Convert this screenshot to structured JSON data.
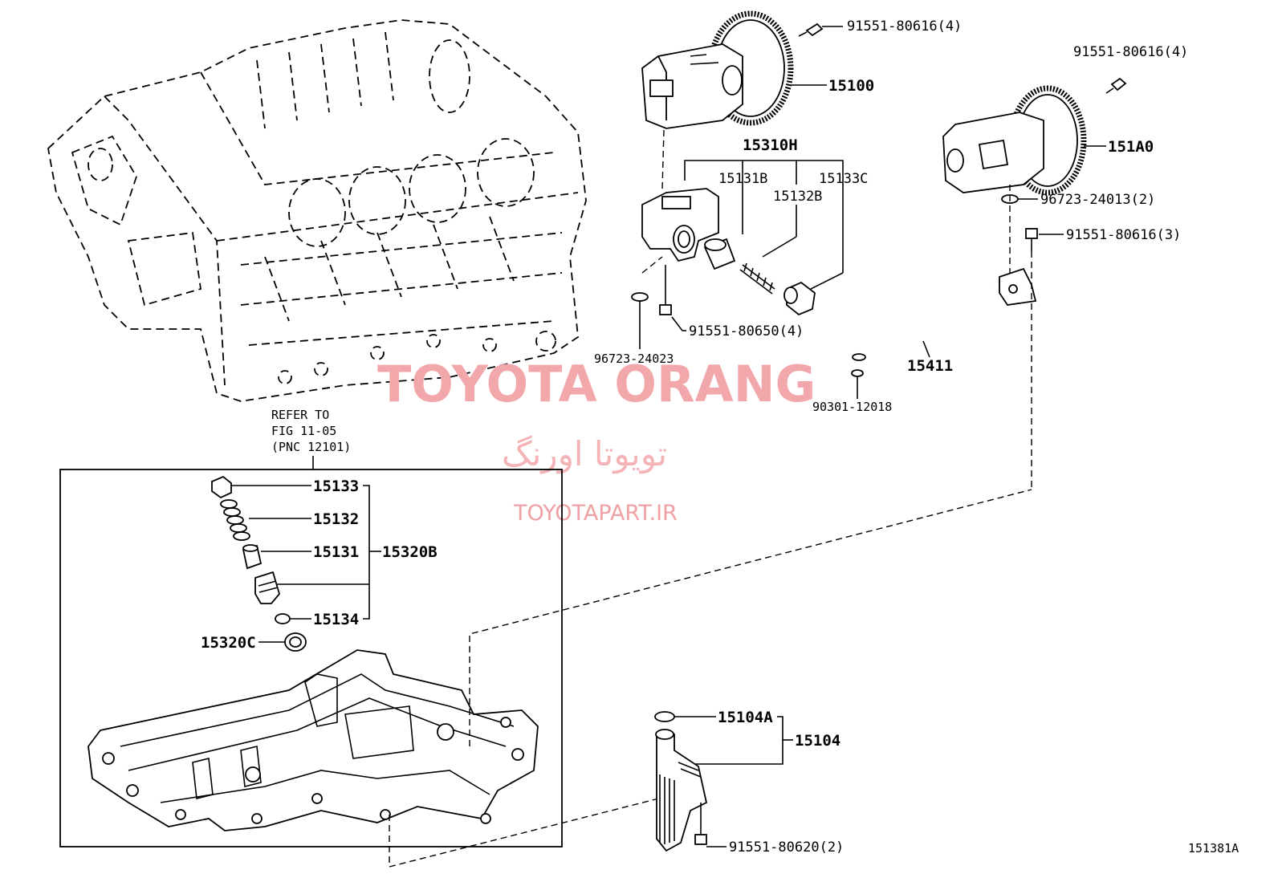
{
  "watermark": {
    "title": "TOYOTA ORANG",
    "persian": "تویوتا اورنگ",
    "site": "TOYOTAPART.IR"
  },
  "refer_note": {
    "line1": "REFER TO",
    "line2": "FIG 11-05",
    "line3": "(PNC 12101)"
  },
  "labels": {
    "p15100": "15100",
    "bolt_top": "91551-80616(4)",
    "bolt_top_right": "91551-80616(4)",
    "p151A0": "151A0",
    "oring_96723_24013": "96723-24013(2)",
    "bolt_3": "91551-80616(3)",
    "p15310H": "15310H",
    "p15131B": "15131B",
    "p15133C": "15133C",
    "p15132B": "15132B",
    "bolt_80650": "91551-80650(4)",
    "oring_96723_24023": "96723-24023",
    "p15411": "15411",
    "gasket_90301": "90301-12018",
    "p15133": "15133",
    "p15132": "15132",
    "p15131": "15131",
    "p15320B": "15320B",
    "p15134": "15134",
    "p15320C": "15320C",
    "p15104A": "15104A",
    "p15104": "15104",
    "bolt_80620": "91551-80620(2)",
    "figure_id": "151381A"
  },
  "colors": {
    "line": "#000000",
    "watermark": "#f2a7ab"
  }
}
